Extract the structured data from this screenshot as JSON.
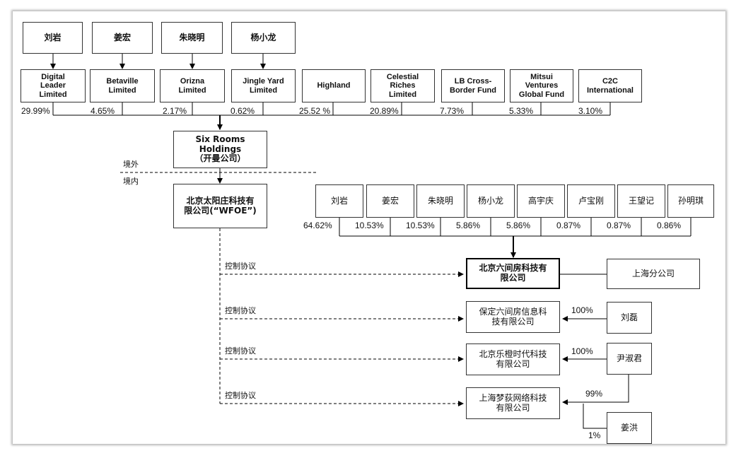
{
  "founders": [
    "刘岩",
    "姜宏",
    "朱晓明",
    "杨小龙"
  ],
  "holders": [
    {
      "name": "Digital\nLeader\nLimited",
      "pct": "29.99%"
    },
    {
      "name": "Betaville\nLimited",
      "pct": "4.65%"
    },
    {
      "name": "Orizna\nLimited",
      "pct": "2.17%"
    },
    {
      "name": "Jingle Yard\nLimited",
      "pct": "0.62%"
    },
    {
      "name": "Highland",
      "pct": "25.52 %"
    },
    {
      "name": "Celestial\nRiches\nLimited",
      "pct": "20.89%"
    },
    {
      "name": "LB Cross-\nBorder Fund",
      "pct": "7.73%"
    },
    {
      "name": "Mitsui\nVentures\nGlobal Fund",
      "pct": "5.33%"
    },
    {
      "name": "C2C\nInternational",
      "pct": "3.10%"
    }
  ],
  "cayman": "Six Rooms\nHoldings\n（开曼公司）",
  "offshore_label": "境外",
  "onshore_label": "境内",
  "wfoe": "北京太阳庄科技有\n限公司(“WFOE”)",
  "domestic_holders": [
    {
      "name": "刘岩",
      "pct": "64.62%"
    },
    {
      "name": "姜宏",
      "pct": "10.53%"
    },
    {
      "name": "朱晓明",
      "pct": "10.53%"
    },
    {
      "name": "杨小龙",
      "pct": "5.86%"
    },
    {
      "name": "高宇庆",
      "pct": "5.86%"
    },
    {
      "name": "卢宝刚",
      "pct": "0.87%"
    },
    {
      "name": "王望记",
      "pct": "0.87%"
    },
    {
      "name": "孙明琪",
      "pct": "0.86%"
    }
  ],
  "vie": "北京六间房科技有\n限公司",
  "shanghai_branch": "上海分公司",
  "control_label": "控制协议",
  "subsidiaries": [
    {
      "name": "保定六间房信息科\n技有限公司",
      "owner": "刘磊",
      "pct": "100%"
    },
    {
      "name": "北京乐橙时代科技\n有限公司",
      "owner": "尹淑君",
      "pct": "100%"
    },
    {
      "name": "上海梦荻网络科技\n有限公司",
      "owner": "姜洪",
      "pct": "99%",
      "pct2": "1%"
    }
  ]
}
